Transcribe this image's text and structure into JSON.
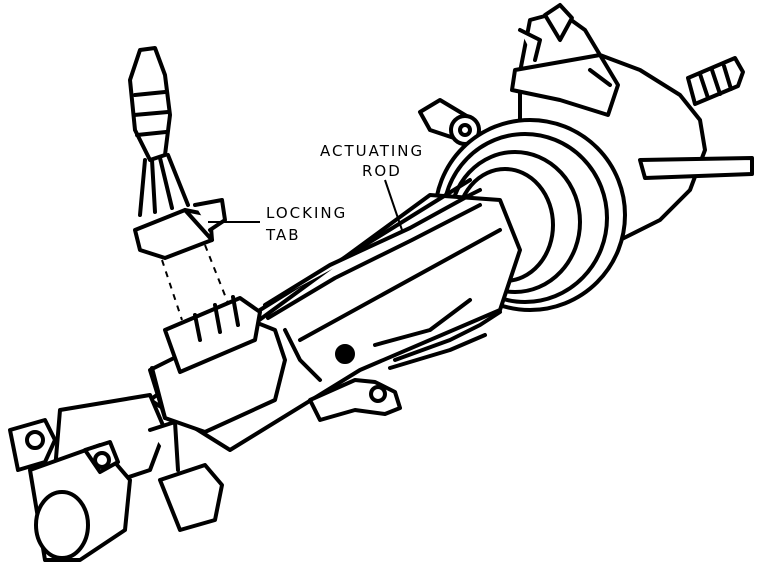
{
  "labels": {
    "actuating_rod": {
      "line1": "ACTUATING",
      "line2": "ROD"
    },
    "locking_tab": {
      "line1": "LOCKING",
      "line2": "TAB"
    }
  },
  "colors": {
    "ink": "#000000",
    "paper": "#ffffff"
  }
}
